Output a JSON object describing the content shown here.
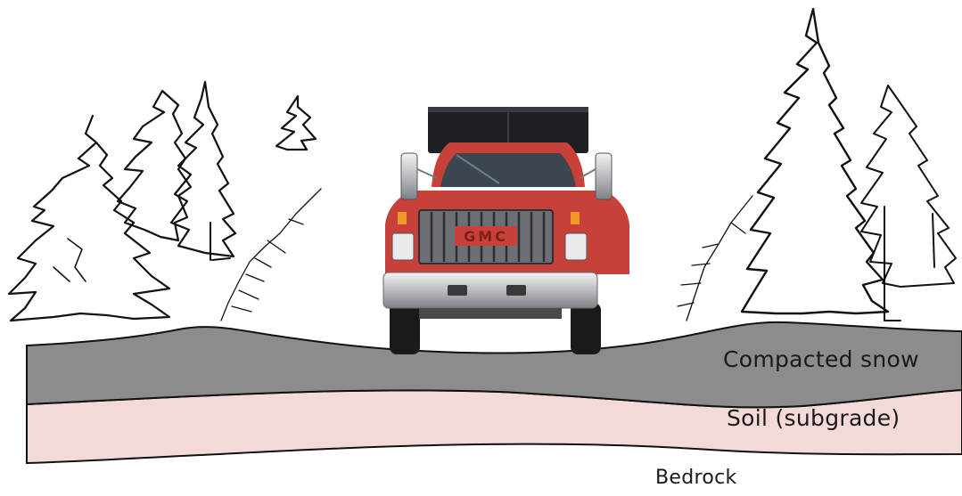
{
  "layers": [
    {
      "label": "Compacted snow",
      "color": "#8c8c8c"
    },
    {
      "label": "Soil (subgrade)",
      "color": "#f3dad9"
    },
    {
      "label": "Bedrock",
      "color": "#ffffff"
    }
  ],
  "truck": {
    "grille_text": "GMC",
    "body_color": "#c8403a",
    "box_color": "#1e1f24"
  },
  "scene_icons": [
    "pine-tree-outline",
    "dump-truck"
  ]
}
